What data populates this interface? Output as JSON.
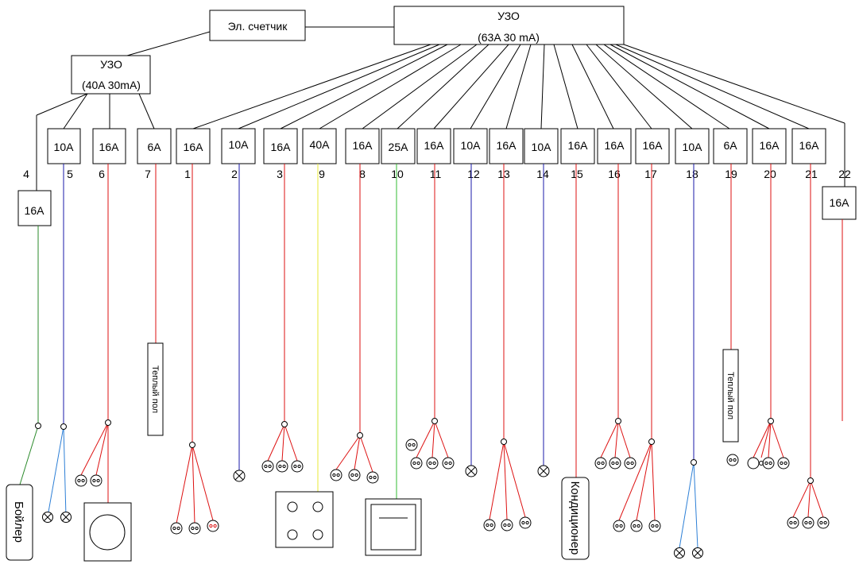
{
  "meter": {
    "label": "Эл. счетчик"
  },
  "rcd_main": {
    "title": "УЗО",
    "rating": "(63A 30 mA)"
  },
  "rcd_secondary": {
    "title": "УЗО",
    "rating": "(40A 30mA)"
  },
  "breakers": [
    {
      "num": "4",
      "rating": "16A"
    },
    {
      "num": "5",
      "rating": "10A"
    },
    {
      "num": "6",
      "rating": "16A"
    },
    {
      "num": "7",
      "rating": "6A"
    },
    {
      "num": "1",
      "rating": "16A"
    },
    {
      "num": "2",
      "rating": "10A"
    },
    {
      "num": "3",
      "rating": "16A"
    },
    {
      "num": "9",
      "rating": "40A"
    },
    {
      "num": "8",
      "rating": "16A"
    },
    {
      "num": "10",
      "rating": "25A"
    },
    {
      "num": "11",
      "rating": "16A"
    },
    {
      "num": "12",
      "rating": "10A"
    },
    {
      "num": "13",
      "rating": "16A"
    },
    {
      "num": "14",
      "rating": "10A"
    },
    {
      "num": "15",
      "rating": "16A"
    },
    {
      "num": "16",
      "rating": "16A"
    },
    {
      "num": "17",
      "rating": "16A"
    },
    {
      "num": "18",
      "rating": "10A"
    },
    {
      "num": "19",
      "rating": "6A"
    },
    {
      "num": "20",
      "rating": "16A"
    },
    {
      "num": "21",
      "rating": "16A"
    },
    {
      "num": "22",
      "rating": "16A"
    }
  ],
  "loads": {
    "boiler": "Бойлер",
    "floor_heat_1": "Теплый пол",
    "floor_heat_2": "Теплый пол",
    "ac": "Кондиционер"
  },
  "colors": {
    "red": "#dd1111",
    "blue": "#1a1aa8",
    "light_blue": "#2d7fd6",
    "green": "#2a8a2a",
    "bright_green": "#33bb33",
    "yellow": "#e8e834",
    "black": "#000000"
  }
}
